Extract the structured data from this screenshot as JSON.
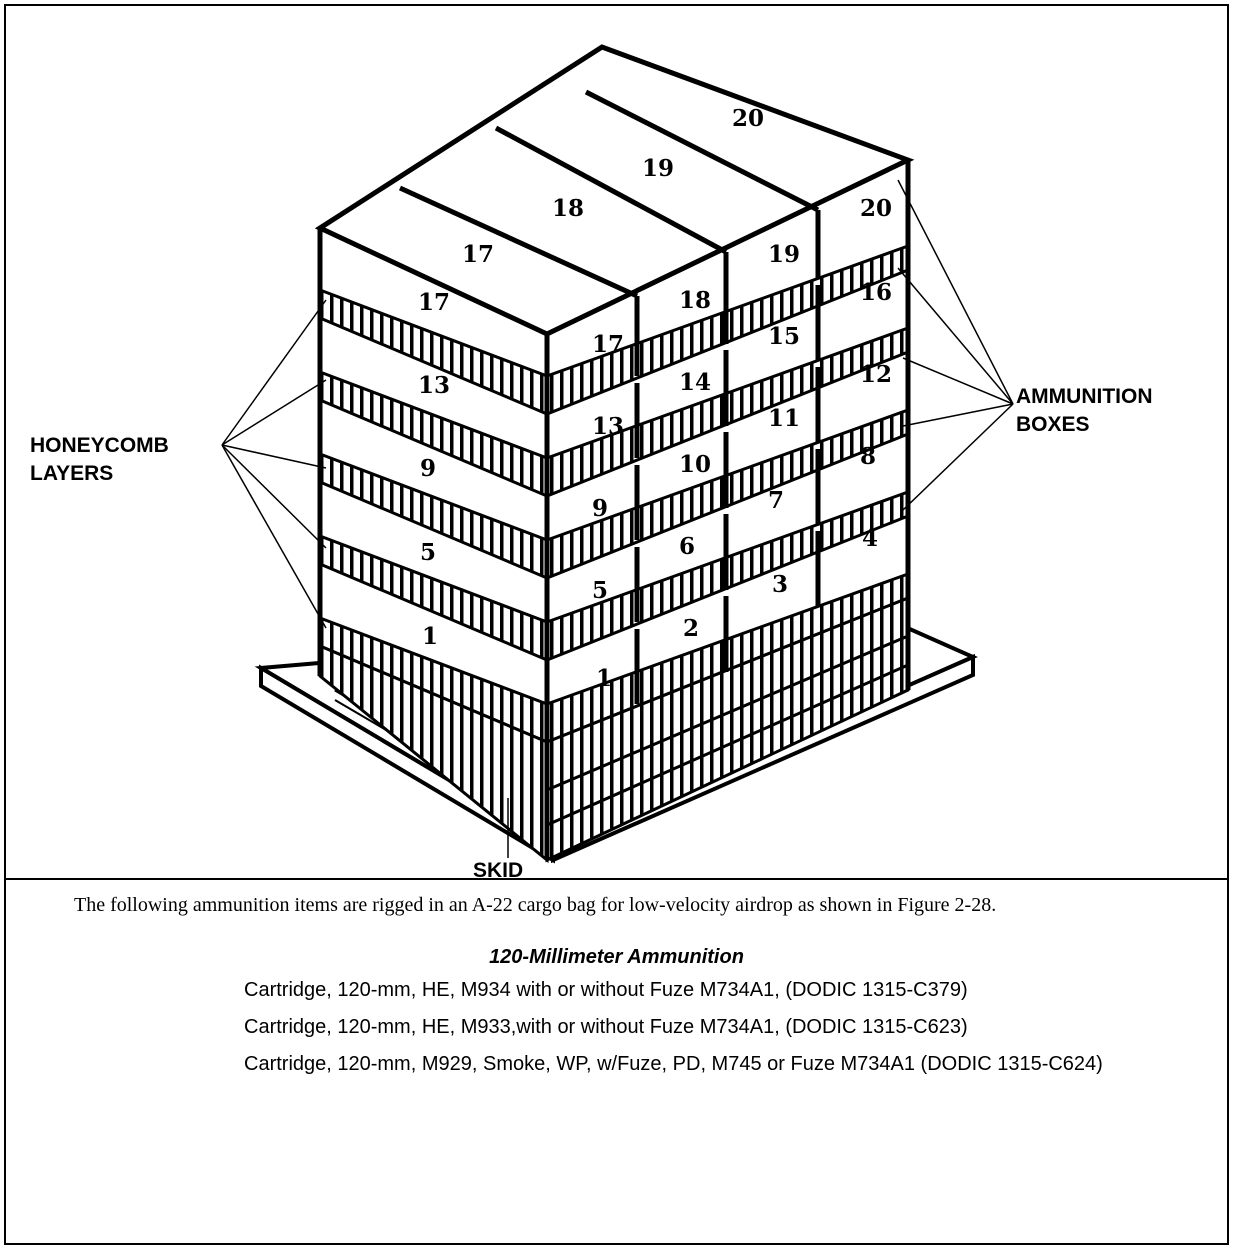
{
  "figure": {
    "callouts": {
      "honeycomb": [
        "HONEYCOMB",
        "LAYERS"
      ],
      "ammunition": [
        "AMMUNITION",
        "BOXES"
      ],
      "skid": "SKID"
    },
    "box_numbers": {
      "top_row": [
        "17",
        "18",
        "19",
        "20"
      ],
      "left_face": [
        "17",
        "13",
        "9",
        "5",
        "1"
      ],
      "front_face": [
        [
          "17",
          "18",
          "19",
          "20"
        ],
        [
          "13",
          "14",
          "15",
          "16"
        ],
        [
          "9",
          "10",
          "11",
          "12"
        ],
        [
          "5",
          "6",
          "7",
          "8"
        ],
        [
          "1",
          "2",
          "3",
          "4"
        ]
      ]
    }
  },
  "text": {
    "intro": "The following ammunition items are rigged in an A-22 cargo bag for low-velocity airdrop as shown in Figure 2-28.",
    "section_title": "120-Millimeter Ammunition",
    "items": [
      "Cartridge, 120-mm, HE, M934 with or without Fuze M734A1, (DODIC 1315-C379)",
      "Cartridge, 120-mm, HE, M933,with or without Fuze M734A1, (DODIC 1315-C623)",
      "Cartridge, 120-mm, M929, Smoke, WP, w/Fuze, PD, M745 or Fuze M734A1 (DODIC 1315-C624)"
    ]
  }
}
